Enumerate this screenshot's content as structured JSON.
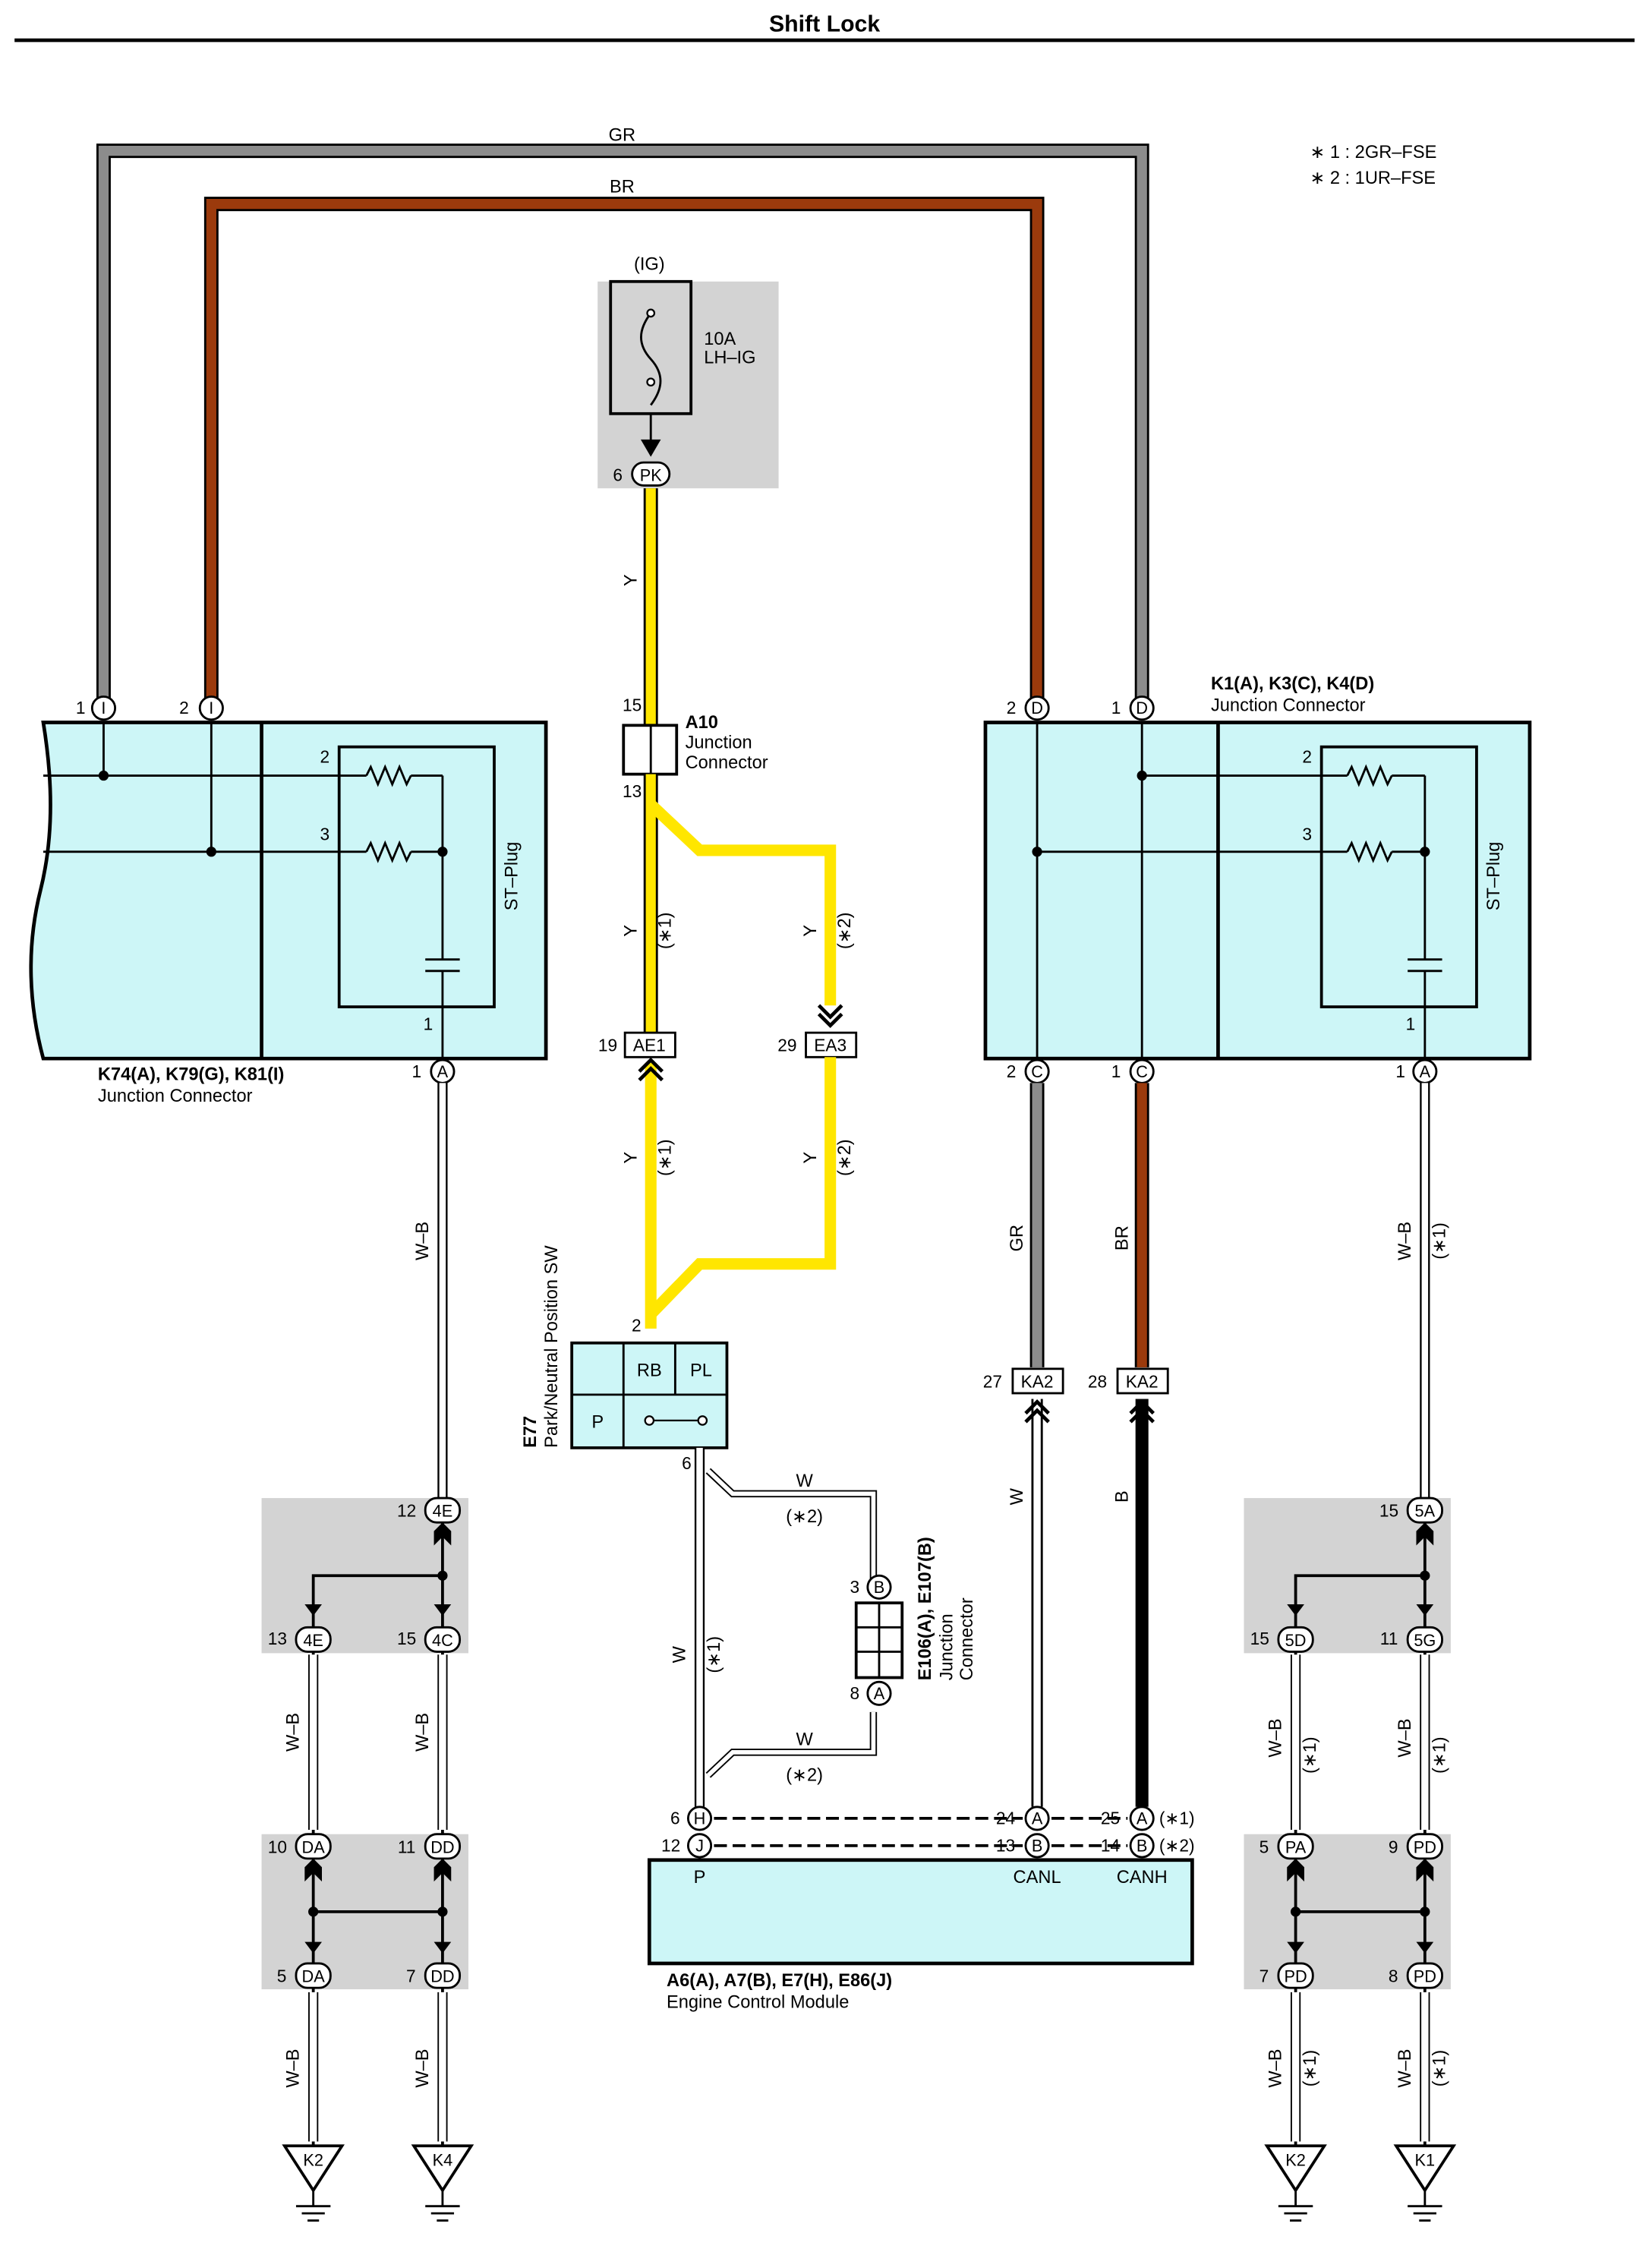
{
  "title": "Shift Lock",
  "notes": [
    "∗ 1 : 2GR–FSE",
    "∗ 2 : 1UR–FSE"
  ],
  "colors": {
    "GR": "#8c8c8c",
    "BR": "#9b3a0c",
    "Y": "#ffe600",
    "B": "#000000",
    "W": "#ffffff",
    "WB": "#ffffff",
    "connector_fill": "#cdf6f7",
    "shade": "#d3d3d3"
  },
  "wire_labels": {
    "gr": "GR",
    "br": "BR",
    "y": "Y",
    "w": "W",
    "b": "B",
    "wb": "W–B",
    "star1": "(∗1)",
    "star2": "(∗2)"
  },
  "fuse": {
    "source": "(IG)",
    "rating": "10A",
    "name": "LH–IG",
    "pin": "6",
    "connector": "PK"
  },
  "a10": {
    "code": "A10",
    "name1": "Junction",
    "name2": "Connector",
    "pin_in": "15",
    "pin_out": "13"
  },
  "left_jc": {
    "codes": "K74(A), K79(G), K81(I)",
    "name": "Junction Connector",
    "plug": "ST–Plug",
    "top_pins": [
      "1",
      "2"
    ],
    "top_letter": "I",
    "inner_pins": [
      "2",
      "3",
      "1"
    ],
    "bottom_pin": "1",
    "bottom_letter": "A"
  },
  "right_jc": {
    "codes": "K1(A), K3(C), K4(D)",
    "name": "Junction Connector",
    "plug": "ST–Plug",
    "top_pins": [
      "2",
      "1"
    ],
    "top_letter": "D",
    "inner_pins": [
      "2",
      "3",
      "1"
    ],
    "bottom_pins": [
      "2",
      "1",
      "1"
    ],
    "bottom_letters": [
      "C",
      "C",
      "A"
    ]
  },
  "inline": {
    "ae1_pin": "19",
    "ae1": "AE1",
    "ea3_pin": "29",
    "ea3": "EA3",
    "ka2_left_pin": "27",
    "ka2_right_pin": "28",
    "ka2": "KA2"
  },
  "pnp": {
    "code": "E77",
    "name": "Park/Neutral Position SW",
    "cells": [
      "RB",
      "PL",
      "P"
    ],
    "pin_in": "2",
    "pin_out": "6"
  },
  "e106": {
    "codes": "E106(A), E107(B)",
    "name1": "Junction",
    "name2": "Connector",
    "pin_top": "3",
    "letter_top": "B",
    "pin_bottom": "8",
    "letter_bottom": "A"
  },
  "ecm": {
    "codes": "A6(A), A7(B), E7(H), E86(J)",
    "name": "Engine Control Module",
    "labels": [
      "P",
      "CANL",
      "CANH"
    ],
    "pins_row1": [
      "6",
      "24",
      "25"
    ],
    "letters_row1": [
      "H",
      "A",
      "A"
    ],
    "pins_row2": [
      "12",
      "13",
      "14"
    ],
    "letters_row2": [
      "J",
      "B",
      "B"
    ]
  },
  "left_splices": {
    "top_pins": [
      "12",
      "13",
      "15"
    ],
    "top_conns": [
      "4E",
      "4E",
      "4C"
    ],
    "bot_pins": [
      "10",
      "11",
      "5",
      "7"
    ],
    "bot_conns": [
      "DA",
      "DD",
      "DA",
      "DD"
    ]
  },
  "right_splices": {
    "top_pins": [
      "15",
      "15",
      "11"
    ],
    "top_conns": [
      "5A",
      "5D",
      "5G"
    ],
    "bot_pins": [
      "5",
      "9",
      "7",
      "8"
    ],
    "bot_conns": [
      "PA",
      "PD",
      "PD",
      "PD"
    ]
  },
  "grounds": [
    "K2",
    "K4",
    "K2",
    "K1"
  ]
}
